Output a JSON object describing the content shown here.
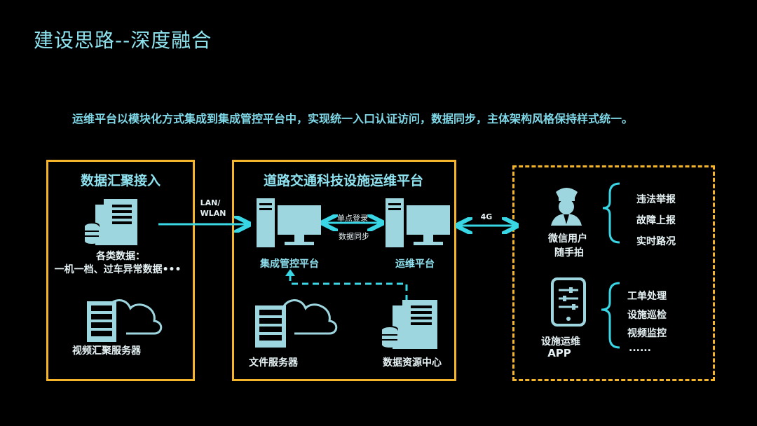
{
  "title": "建设思路--深度融合",
  "subtitle": "运维平台以模块化方式集成到集成管控平台中，实现统一入口认证访问，数据同步，主体架构风格保持样式统一。",
  "colors": {
    "accent": "#f5b52a",
    "cyan": "#7fd7e6",
    "background": "#000000"
  },
  "left_box": {
    "title": "数据汇聚接入",
    "data_label_1": "各类数据：",
    "data_label_2": "一机一档、过车异常数据•••",
    "video_server": "视频汇聚服务器"
  },
  "lan_label_1": "LAN/",
  "lan_label_2": "WLAN",
  "middle_box": {
    "title": "道路交通科技设施运维平台",
    "sso": "单点登录",
    "sync": "数据同步",
    "integrated": "集成管控平台",
    "ops": "运维平台",
    "file_server": "文件服务器",
    "data_center": "数据资源中心"
  },
  "g4_label": "4G",
  "right_box": {
    "wechat_line1": "微信用户",
    "wechat_line2": "随手拍",
    "wechat_items": [
      "违法举报",
      "故障上报",
      "实时路况"
    ],
    "app_line1": "设施运维",
    "app_line2": "APP",
    "app_items": [
      "工单处理",
      "设施巡检",
      "视频监控",
      "......"
    ]
  }
}
